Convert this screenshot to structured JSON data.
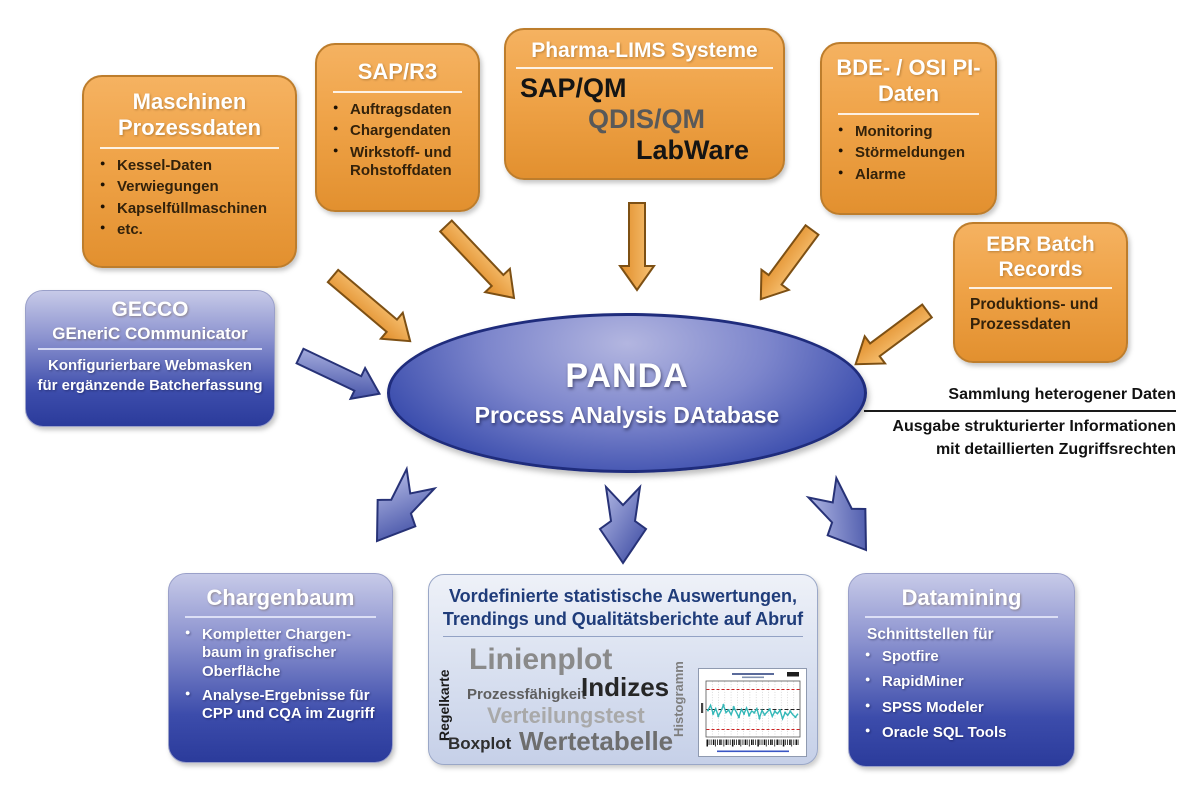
{
  "hub": {
    "title": "PANDA",
    "subtitle": "Process ANalysis DAtabase"
  },
  "sources": {
    "maschinen": {
      "title": "Maschinen\nProzessdaten",
      "bullets": [
        "Kessel-Daten",
        "Verwiegungen",
        "Kapselfüllmaschinen",
        "etc."
      ]
    },
    "sap_r3": {
      "title": "SAP/R3",
      "bullets": [
        "Auftragsdaten",
        "Chargendaten",
        "Wirkstoff- und\nRohstoffdaten"
      ]
    },
    "pharma_lims": {
      "title": "Pharma-LIMS Systeme",
      "systems": [
        {
          "label": "SAP/QM",
          "color": "#141414"
        },
        {
          "label": "QDIS/QM",
          "color": "#595959"
        },
        {
          "label": "LabWare",
          "color": "#141414"
        }
      ]
    },
    "bde": {
      "title": "BDE- / OSI PI-\nDaten",
      "bullets": [
        "Monitoring",
        "Störmeldungen",
        "Alarme"
      ]
    },
    "ebr": {
      "title": "EBR Batch\nRecords",
      "body": "Produktions- und\nProzessdaten"
    }
  },
  "gecco": {
    "title": "GECCO",
    "subtitle": "GEneriC COmmunicator",
    "body": "Konfigurierbare Webmasken\nfür ergänzende Batcherfassung"
  },
  "io_note": {
    "line1": "Sammlung heterogener Daten",
    "line2": "Ausgabe strukturierter Informationen",
    "line3": "mit detaillierten Zugriffsrechten"
  },
  "outputs": {
    "chargenbaum": {
      "title": "Chargenbaum",
      "bullets": [
        "Kompletter Chargen-\nbaum in grafischer\nOberfläche",
        "Analyse-Ergebnisse für\nCPP und CQA im Zugriff"
      ]
    },
    "statistik": {
      "title": "Vordefinierte statistische Auswertungen,\nTrendings und Qualitätsberichte auf Abruf",
      "cloud": {
        "regelkarte": "Regelkarte",
        "linienplot": "Linienplot",
        "prozessfaehigkeit": "Prozessfähigkeit",
        "indizes": "Indizes",
        "verteilungstest": "Verteilungstest",
        "boxplot": "Boxplot",
        "wertetabelle": "Wertetabelle",
        "histogramm": "Histogramm"
      }
    },
    "datamining": {
      "title": "Datamining",
      "intro": "Schnittstellen für",
      "bullets": [
        "Spotfire",
        "RapidMiner",
        "SPSS Modeler",
        "Oracle SQL Tools"
      ]
    }
  },
  "colors": {
    "orange_box_top": "#f5b261",
    "orange_box_bottom": "#e2902f",
    "orange_border": "#bd7d2c",
    "blue_box_top": "#c7cae8",
    "blue_box_bottom": "#2b3b9b",
    "hub_border": "#1f2c7c",
    "stat_title": "#1f3c7a",
    "arrow_orange": "#eda23f",
    "arrow_blue": "#4d5cb5"
  },
  "chart_thumbnail": {
    "type": "control-chart",
    "description": "Regelkarte thumbnail: teal series between red dashed control limits",
    "line_color": "#35b8b8",
    "limit_color": "#cc2222",
    "points": [
      0.45,
      0.3,
      0.55,
      0.4,
      0.62,
      0.48,
      0.3,
      0.52,
      0.44,
      0.58,
      0.36,
      0.5,
      0.65,
      0.42,
      0.55,
      0.38,
      0.6,
      0.47,
      0.52,
      0.4,
      0.68,
      0.45,
      0.58,
      0.5,
      0.42,
      0.63,
      0.48,
      0.55,
      0.45,
      0.7,
      0.52,
      0.6,
      0.48,
      0.58,
      0.65,
      0.55
    ]
  }
}
